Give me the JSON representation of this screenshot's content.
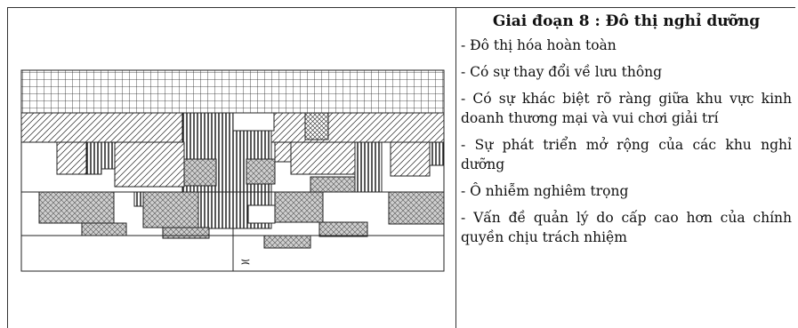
{
  "panel": {
    "title": "Giai đoạn 8 : Đô thị nghỉ dưỡng",
    "items": [
      "- Đô thị hóa hoàn toàn",
      "- Có sự thay đổi về lưu thông",
      "- Có sự khác biệt rõ ràng giữa khu vực kinh doanh thương mại và vui chơi giải trí",
      "- Sự phát triển mở rộng của các khu nghỉ dưỡng",
      "- Ô nhiễm nghiêm trọng",
      "- Vấn đề quản lý do cấp cao hơn của chính quyền chịu trách nhiệm"
    ]
  },
  "diagram": {
    "symbol": "≍",
    "patterns": {
      "grid": "grid-fill",
      "diagonal": "diagonal-hatch",
      "vertical": "vertical-hatch",
      "dots": "crosshatch-dots",
      "cross": "crosshatch"
    },
    "colors": {
      "line": "#222222",
      "dots_fill": "#cfcfcf"
    }
  }
}
